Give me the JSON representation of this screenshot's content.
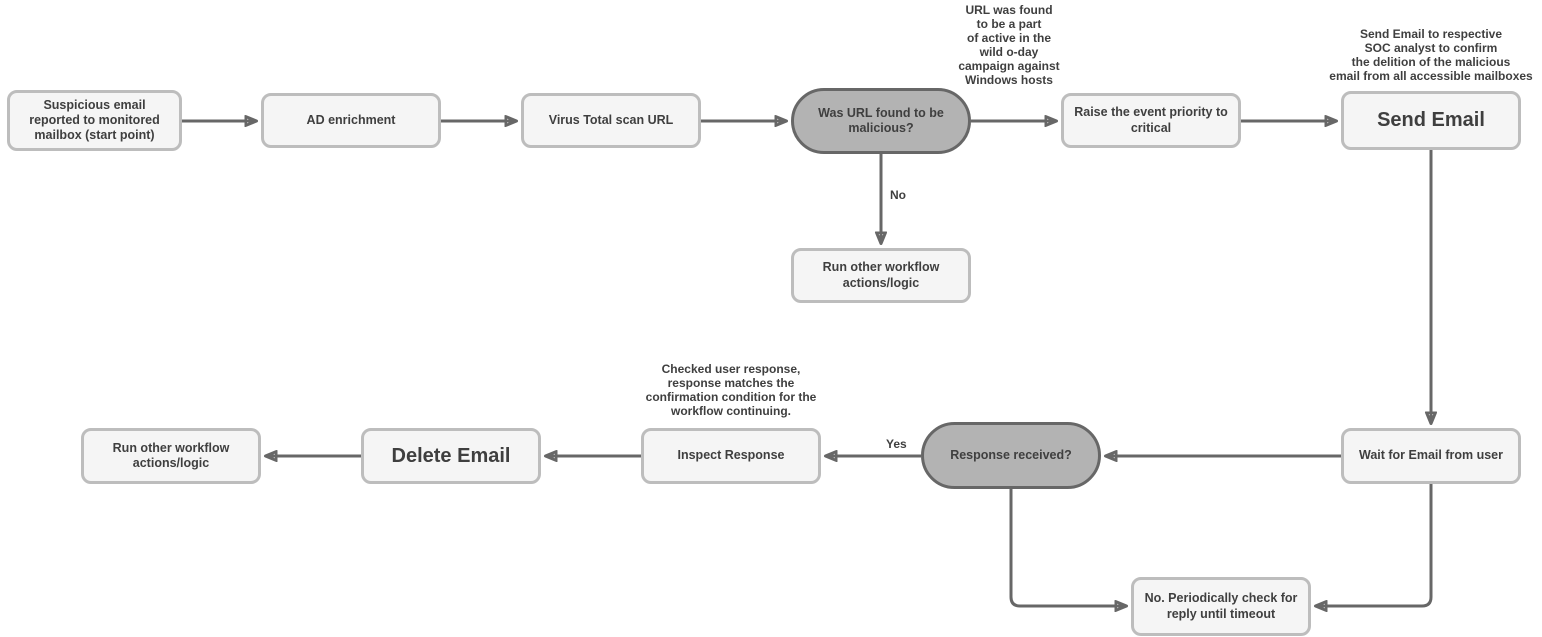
{
  "colors": {
    "node_fill": "#f5f5f5",
    "node_border": "#bdbdbd",
    "decision_fill": "#b3b3b3",
    "decision_border": "#676767",
    "arrow": "#676767",
    "text": "#3f3f3f"
  },
  "nodes": [
    {
      "id": "start",
      "label": "Suspicious email\nreported to monitored\nmailbox (start point)",
      "type": "process"
    },
    {
      "id": "ad-enrichment",
      "label": "AD enrichment",
      "type": "process"
    },
    {
      "id": "virus-total-scan",
      "label": "Virus Total scan URL",
      "type": "process"
    },
    {
      "id": "url-malicious-decision",
      "label": "Was URL found to be\nmalicious?",
      "type": "decision"
    },
    {
      "id": "raise-priority",
      "label": "Raise the event priority to\ncritical",
      "type": "process"
    },
    {
      "id": "send-email",
      "label": "Send Email",
      "type": "process-large"
    },
    {
      "id": "run-other-workflow-top",
      "label": "Run other workflow\nactions/logic",
      "type": "process"
    },
    {
      "id": "run-other-workflow-bottom",
      "label": "Run other workflow\nactions/logic",
      "type": "process"
    },
    {
      "id": "delete-email",
      "label": "Delete Email",
      "type": "process-large"
    },
    {
      "id": "inspect-response",
      "label": "Inspect Response",
      "type": "process"
    },
    {
      "id": "response-received-decision",
      "label": "Response received?",
      "type": "decision"
    },
    {
      "id": "wait-for-email",
      "label": "Wait for Email from user",
      "type": "process"
    },
    {
      "id": "periodic-check",
      "label": "No. Periodically check for\nreply until timeout",
      "type": "process"
    }
  ],
  "annotations": [
    {
      "id": "zero-day-note",
      "text": "URL was found\nto be a part\nof active in the\nwild o-day\ncampaign against\nWindows hosts"
    },
    {
      "id": "send-email-note",
      "text": "Send Email to respective\nSOC analyst to confirm\nthe delition of the malicious\nemail from all accessible mailboxes"
    },
    {
      "id": "inspect-response-note",
      "text": "Checked user response,\nresponse matches the\nconfirmation condition for the\nworkflow continuing."
    }
  ],
  "edge_labels": [
    {
      "id": "no-label",
      "text": "No"
    },
    {
      "id": "yes-label",
      "text": "Yes"
    }
  ]
}
